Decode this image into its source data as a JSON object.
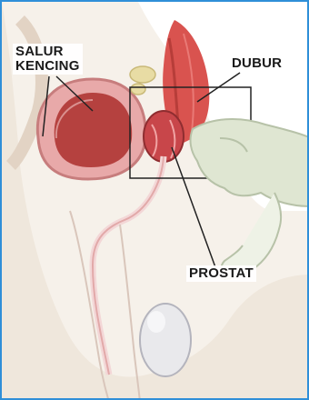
{
  "labels": {
    "salur_line1": "SALUR",
    "salur_line2": "KENCING",
    "dubur": "DUBUR",
    "prostat": "PROSTAT"
  },
  "colors": {
    "frame": "#2f8fd8",
    "skin": "#efe7dc",
    "tissue": "#e8a9a9",
    "organ_red": "#c8464a",
    "rectum": "#d9534f",
    "glove": "#dfe6d2",
    "leader_line": "#222222"
  },
  "icons": [
    "gloved-finger-icon"
  ]
}
